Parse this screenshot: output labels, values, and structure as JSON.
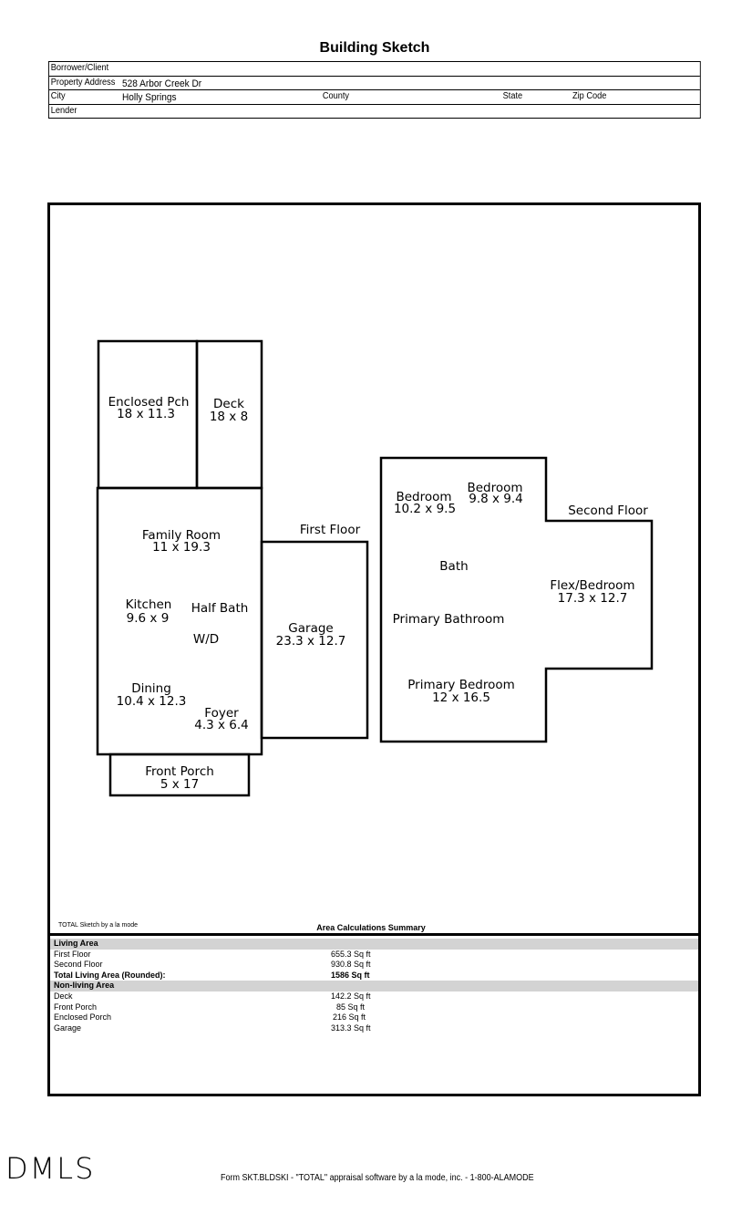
{
  "title": "Building Sketch",
  "header": {
    "borrower_label": "Borrower/Client",
    "borrower": "",
    "address_label": "Property Address",
    "address": "528 Arbor Creek Dr",
    "city_label": "City",
    "city": "Holly Springs",
    "county_label": "County",
    "state_label": "State",
    "zip_label": "Zip Code",
    "lender_label": "Lender"
  },
  "sketch": {
    "first_floor_label": "First Floor",
    "second_floor_label": "Second Floor",
    "rooms": {
      "enclosed_pch": {
        "name": "Enclosed Pch",
        "dims": "18 x 11.3"
      },
      "deck": {
        "name": "Deck",
        "dims": "18 x 8"
      },
      "family_room": {
        "name": "Family Room",
        "dims": "11 x 19.3"
      },
      "kitchen": {
        "name": "Kitchen",
        "dims": "9.6 x 9"
      },
      "half_bath": {
        "name": "Half Bath"
      },
      "wd": {
        "name": "W/D"
      },
      "dining": {
        "name": "Dining",
        "dims": "10.4 x 12.3"
      },
      "foyer": {
        "name": "Foyer",
        "dims": "4.3 x 6.4"
      },
      "front_porch": {
        "name": "Front Porch",
        "dims": "5 x 17"
      },
      "garage": {
        "name": "Garage",
        "dims": "23.3 x 12.7"
      },
      "bedroom1": {
        "name": "Bedroom",
        "dims": "10.2 x 9.5"
      },
      "bedroom2": {
        "name": "Bedroom",
        "dims": "9.8 x 9.4"
      },
      "bath": {
        "name": "Bath"
      },
      "flex": {
        "name": "Flex/Bedroom",
        "dims": "17.3 x 12.7"
      },
      "primary_bathroom": {
        "name": "Primary Bathroom"
      },
      "primary_bedroom": {
        "name": "Primary Bedroom",
        "dims": "12 x 16.5"
      }
    }
  },
  "summary": {
    "credit": "TOTAL Sketch by a la mode",
    "title": "Area Calculations Summary",
    "living_header": "Living Area",
    "living": [
      {
        "label": "First Floor",
        "value": "655.3 Sq ft"
      },
      {
        "label": "Second Floor",
        "value": "930.8 Sq ft"
      }
    ],
    "total_label": "Total Living Area (Rounded):",
    "total_value": "1586 Sq ft",
    "nonliving_header": "Non-living Area",
    "nonliving": [
      {
        "label": "Deck",
        "value": "142.2 Sq ft"
      },
      {
        "label": "Front Porch",
        "value": "85 Sq ft"
      },
      {
        "label": "Enclosed Porch",
        "value": "216 Sq ft"
      },
      {
        "label": "Garage",
        "value": "313.3 Sq ft"
      }
    ]
  },
  "logo": "DMLS",
  "footer": "Form SKT.BLDSKI - \"TOTAL\" appraisal software by a la mode, inc. - 1-800-ALAMODE"
}
